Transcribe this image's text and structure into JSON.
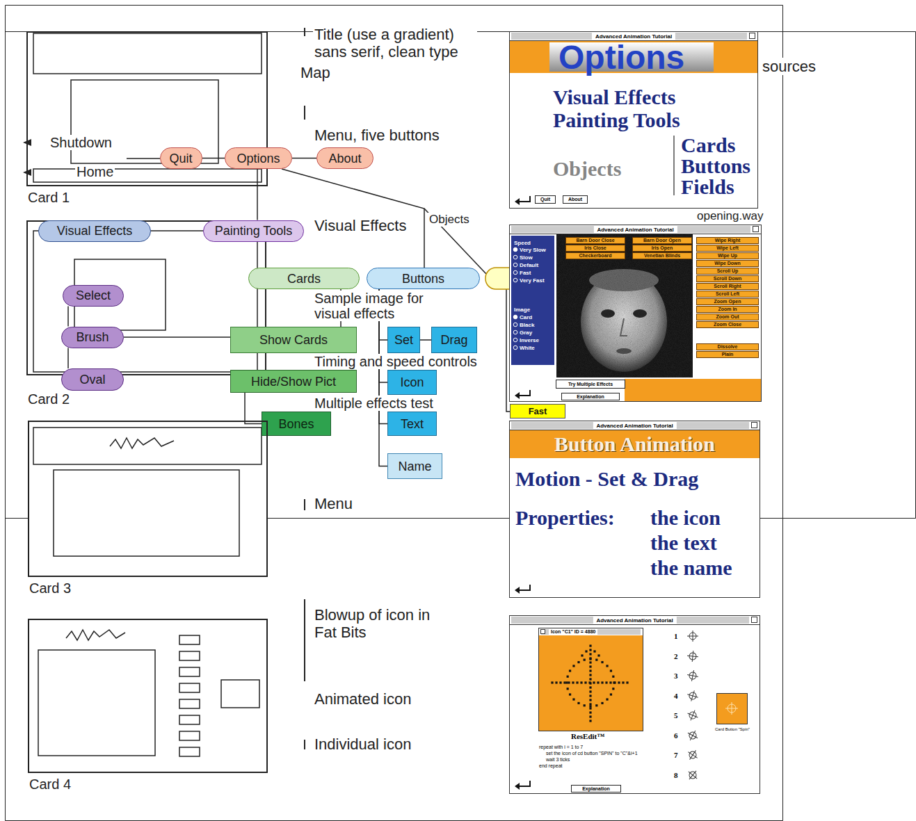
{
  "diagram": {
    "nodes": [
      {
        "text": [
          "Card 1"
        ]
      },
      {
        "text": [
          "Quit"
        ]
      },
      {
        "text": [
          "Options"
        ]
      },
      {
        "text": [
          "About"
        ]
      },
      {
        "text": [
          "Card 2"
        ]
      },
      {
        "text": [
          "Visual Effects"
        ]
      },
      {
        "text": [
          "Painting Tools"
        ]
      },
      {
        "text": [
          "Select"
        ],
        "in": 4
      },
      {
        "text": [
          "Brush"
        ],
        "in": 4
      },
      {
        "text": [
          "Oval"
        ]
      },
      {
        "text": [
          "Cards"
        ]
      },
      {
        "text": [
          "Buttons"
        ]
      },
      {
        "text": [
          "Show Cards"
        ]
      },
      {
        "text": [
          "Set"
        ]
      },
      {
        "text": [
          "Drag"
        ]
      },
      {
        "text": [
          "Hide/Show Pict"
        ]
      },
      {
        "text": [
          "Icon"
        ]
      },
      {
        "text": [
          "Bones"
        ]
      },
      {
        "text": [
          "Text"
        ]
      },
      {
        "text": [
          "Name"
        ]
      },
      {
        "text": [
          "Card 3"
        ]
      },
      {
        "text": [
          "Card 4"
        ]
      },
      {
        "text": [
          "Advanced Animation Tutorial",
          "Options",
          "Visual Effects",
          "Painting Tools",
          "Objects",
          "Cards",
          "Buttons",
          "Fields"
        ]
      },
      {
        "text": [
          "Quit"
        ],
        "in": 22
      },
      {
        "text": [
          "About"
        ],
        "in": 22
      },
      {
        "text": [
          "Advanced Animation Tutorial",
          "Speed",
          "Very Slow",
          "Slow",
          "Default",
          "Fast",
          "Very Fast",
          "Image",
          "Card",
          "Black",
          "Gray",
          "Inverse",
          "White"
        ]
      },
      {
        "text": [
          "Barn Door Close"
        ],
        "in": 25
      },
      {
        "text": [
          "Barn Door Open"
        ],
        "in": 25
      },
      {
        "text": [
          "Wipe Right"
        ],
        "in": 25
      },
      {
        "text": [
          "Iris Close"
        ],
        "in": 25
      },
      {
        "text": [
          "Iris Open"
        ],
        "in": 25
      },
      {
        "text": [
          "Wipe Left"
        ],
        "in": 25
      },
      {
        "text": [
          "Checkerboard"
        ],
        "in": 25
      },
      {
        "text": [
          "Venetian Blinds"
        ],
        "in": 25
      },
      {
        "text": [
          "Wipe Up"
        ],
        "in": 25
      },
      {
        "text": [
          "Wipe Down"
        ],
        "in": 25
      },
      {
        "text": [
          "Scroll Up"
        ],
        "in": 25
      },
      {
        "text": [
          "Scroll Down"
        ],
        "in": 25
      },
      {
        "text": [
          "Scroll Right"
        ],
        "in": 25
      },
      {
        "text": [
          "Scroll Left"
        ],
        "in": 25
      },
      {
        "text": [
          "Zoom Open"
        ],
        "in": 25
      },
      {
        "text": [
          "Zoom In"
        ],
        "in": 25
      },
      {
        "text": [
          "Zoom Out"
        ],
        "in": 25
      },
      {
        "text": [
          "Zoom Close"
        ],
        "in": 25
      },
      {
        "text": [
          "Dissolve"
        ],
        "in": 25
      },
      {
        "text": [
          "Plain"
        ],
        "in": 25
      },
      {
        "text": [
          "Try Multiple Effects"
        ],
        "in": 25
      },
      {
        "text": [
          "Explanation"
        ],
        "in": 25
      },
      {
        "text": [
          "Fast"
        ]
      },
      {
        "text": [
          "Advanced Animation Tutorial",
          "Button Animation",
          "Motion - Set & Drag",
          "Properties:",
          "the icon",
          "the text",
          "the name"
        ]
      },
      {
        "text": [
          "Advanced Animation Tutorial",
          "Icon \"C1\" ID = 4880",
          "ResEdit™",
          "repeat with i = 1 to 7",
          "set the icon of cd button \"SPIN\" to \"C\"&i+1",
          "wait 3 ticks",
          "end repeat",
          "1",
          "2",
          "3",
          "4",
          "5",
          "6",
          "7",
          "8",
          "Card Button \"Spin\""
        ]
      },
      {
        "text": [
          "Explanation"
        ],
        "in": 50
      }
    ],
    "edges": [
      {
        "from": 1,
        "to": 2,
        "arrow": "none"
      },
      {
        "from": 2,
        "to": 3,
        "arrow": "none"
      },
      {
        "from": 2,
        "to": 6,
        "arrow": "none"
      },
      {
        "from": 2,
        "to": 11,
        "arrow": "none"
      },
      {
        "from": 7,
        "to": 8,
        "arrow": "none"
      },
      {
        "from": 8,
        "to": 9,
        "arrow": "none"
      },
      {
        "from": 8,
        "to": 12,
        "arrow": "none"
      },
      {
        "from": 10,
        "to": 12,
        "arrow": "none"
      },
      {
        "from": 15,
        "to": 17,
        "arrow": "none"
      },
      {
        "from": 11,
        "to": 13,
        "arrow": "none"
      },
      {
        "from": 11,
        "to": 16,
        "arrow": "none"
      },
      {
        "from": 11,
        "to": 18,
        "arrow": "none"
      },
      {
        "from": 11,
        "to": 19,
        "arrow": "none"
      },
      {
        "from": 13,
        "to": 14,
        "arrow": "none"
      }
    ],
    "labels": [
      "Title (use a gradient) sans serif, clean type",
      "Map",
      "sources",
      "Shutdown",
      "Home",
      "Menu, five buttons",
      "Visual Effects",
      "Objects",
      "opening.way",
      "Sample image for visual effects",
      "Timing and speed controls",
      "Multiple effects test",
      "Menu",
      "Blowup of icon in Fat Bits",
      "Animated icon",
      "Individual icon"
    ]
  }
}
